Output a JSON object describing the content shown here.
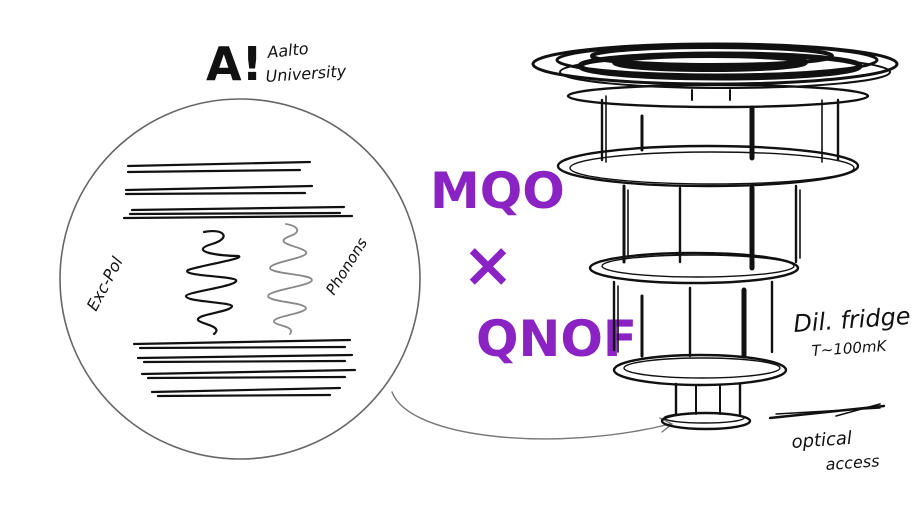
{
  "logo": {
    "mark": "A!",
    "line1": "Aalto",
    "line2": "University"
  },
  "circle_labels": {
    "left": "Exc-Pol",
    "right": "Phonons"
  },
  "center_title": {
    "line1": "MQO",
    "line2": "×",
    "line3": "QNOF"
  },
  "fridge": {
    "label": "Dil. fridge",
    "temperature": "T~100mK",
    "access_line1": "optical",
    "access_line2": "access"
  },
  "colors": {
    "ink": "#111111",
    "accent": "#8a22c4",
    "wave_light": "#888888"
  }
}
